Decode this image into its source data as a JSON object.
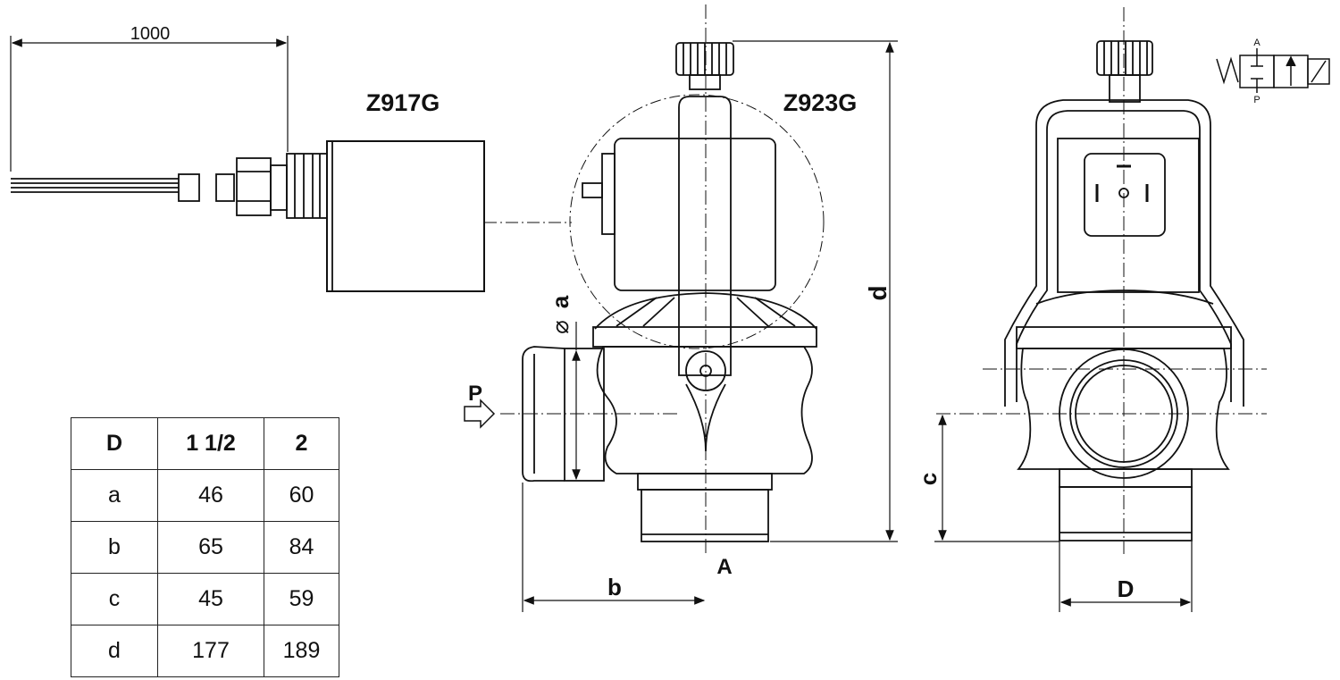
{
  "labels": {
    "cable_length": "1000",
    "model_left": "Z917G",
    "model_right": "Z923G",
    "port_inlet": "P",
    "port_outlet": "A",
    "dim_b": "b",
    "dim_c": "c",
    "dim_d": "d",
    "dim_D": "D",
    "dim_a_prefix": "⌀",
    "dim_a": "a",
    "symbol_top": "A",
    "symbol_bottom": "P"
  },
  "table": {
    "header": [
      "D",
      "1 1/2",
      "2"
    ],
    "rows": [
      [
        "a",
        "46",
        "60"
      ],
      [
        "b",
        "65",
        "84"
      ],
      [
        "c",
        "45",
        "59"
      ],
      [
        "d",
        "177",
        "189"
      ]
    ]
  }
}
